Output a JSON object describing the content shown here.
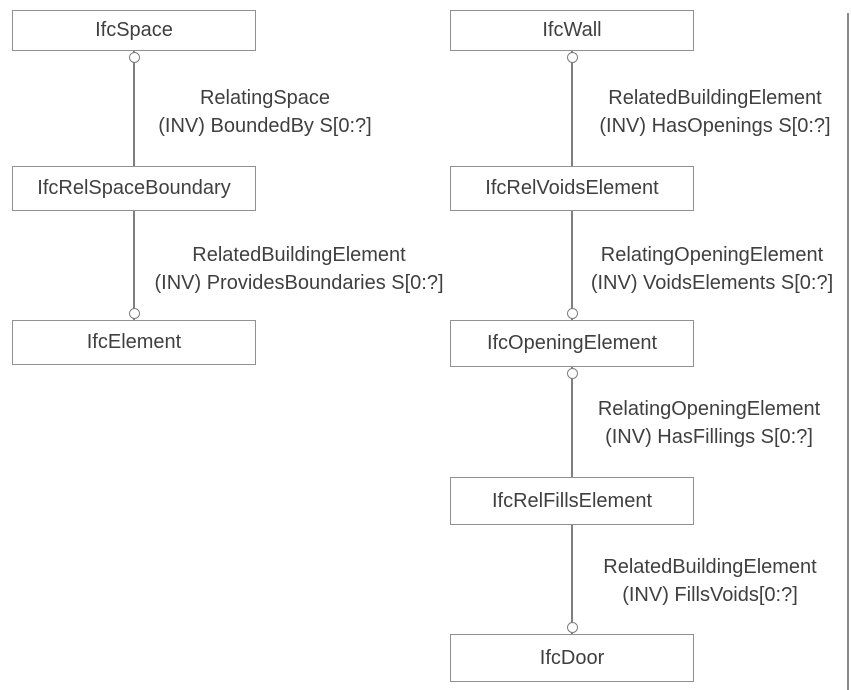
{
  "colors": {
    "box_border": "#919191",
    "line": "#7f7f7f",
    "text": "#3f3f3f",
    "page_edge": "#8a8a8a",
    "bg": "#ffffff"
  },
  "nodes": {
    "ifcspace": {
      "label": "IfcSpace"
    },
    "ifcrelspaceboundary": {
      "label": "IfcRelSpaceBoundary"
    },
    "ifcelement": {
      "label": "IfcElement"
    },
    "ifcwall": {
      "label": "IfcWall"
    },
    "ifcrelvoidselement": {
      "label": "IfcRelVoidsElement"
    },
    "ifcopeningelement": {
      "label": "IfcOpeningElement"
    },
    "ifcrelfillselement": {
      "label": "IfcRelFillsElement"
    },
    "ifcdoor": {
      "label": "IfcDoor"
    }
  },
  "edges": {
    "bounded_by": {
      "line1": "RelatingSpace",
      "line2": "(INV) BoundedBy S[0:?]"
    },
    "provides_boundaries": {
      "line1": "RelatedBuildingElement",
      "line2": "(INV) ProvidesBoundaries S[0:?]"
    },
    "has_openings": {
      "line1": "RelatedBuildingElement",
      "line2": "(INV) HasOpenings S[0:?]"
    },
    "voids_elements": {
      "line1": "RelatingOpeningElement",
      "line2": "(INV) VoidsElements S[0:?]"
    },
    "has_fillings": {
      "line1": "RelatingOpeningElement",
      "line2": "(INV) HasFillings S[0:?]"
    },
    "fills_voids": {
      "line1": "RelatedBuildingElement",
      "line2": "(INV) FillsVoids[0:?]"
    }
  }
}
